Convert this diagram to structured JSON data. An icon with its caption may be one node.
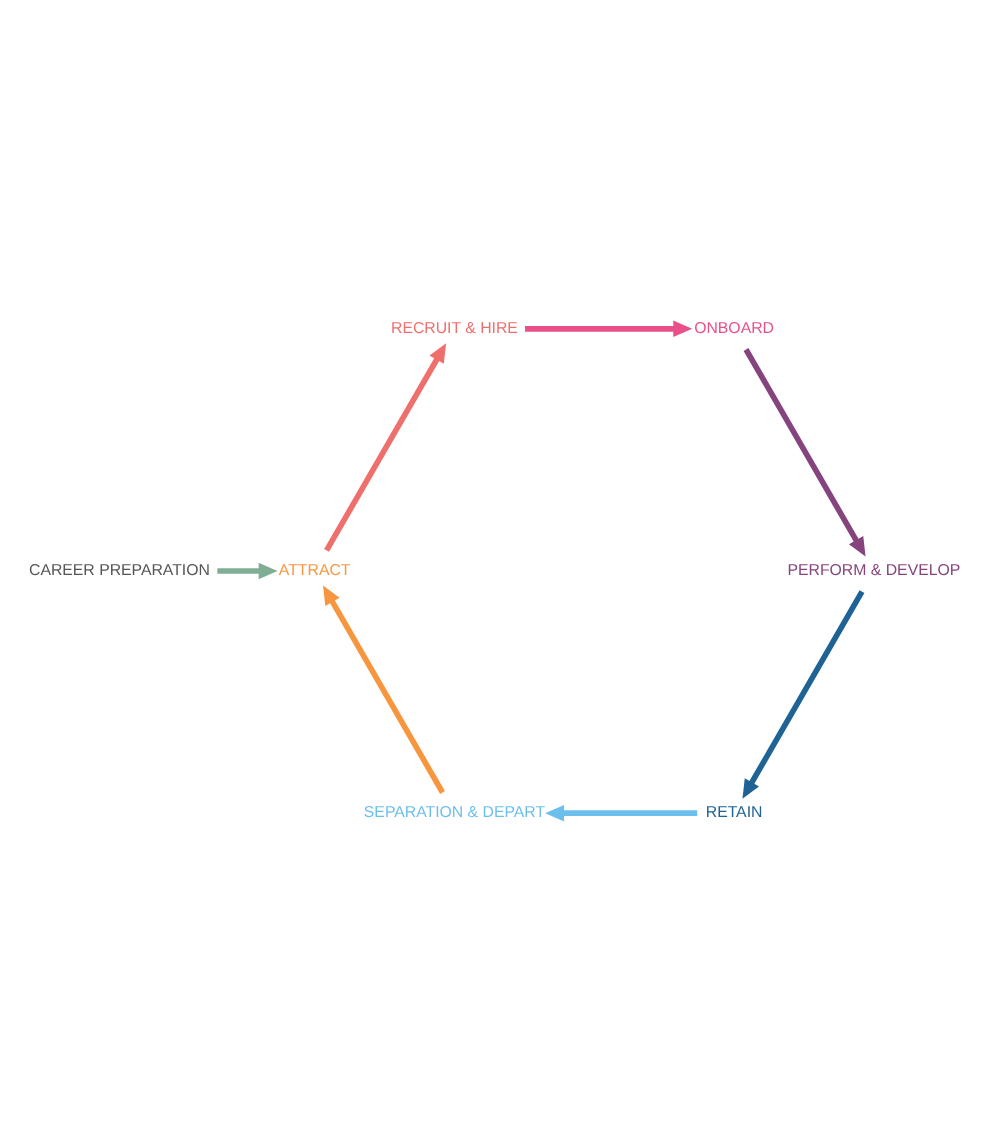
{
  "diagram": {
    "nodes": [
      {
        "text": [
          "CAREER PREPARATION"
        ]
      },
      {
        "text": [
          "ATTRACT"
        ]
      },
      {
        "text": [
          "RECRUIT & HIRE"
        ]
      },
      {
        "text": [
          "ONBOARD"
        ]
      },
      {
        "text": [
          "PERFORM & DEVELOP"
        ]
      },
      {
        "text": [
          "RETAIN"
        ]
      },
      {
        "text": [
          "SEPARATION & DEPART"
        ]
      }
    ],
    "edges": [
      {
        "from": 0,
        "to": 1,
        "arrow": "to",
        "color": "#7fae94"
      },
      {
        "from": 1,
        "to": 2,
        "arrow": "to",
        "color": "#ef6f6c"
      },
      {
        "from": 2,
        "to": 3,
        "arrow": "to",
        "color": "#e8508a"
      },
      {
        "from": 3,
        "to": 4,
        "arrow": "to",
        "color": "#86447e"
      },
      {
        "from": 4,
        "to": 5,
        "arrow": "to",
        "color": "#1f6296"
      },
      {
        "from": 5,
        "to": 6,
        "arrow": "to",
        "color": "#6cbfec"
      },
      {
        "from": 6,
        "to": 1,
        "arrow": "to",
        "color": "#f7963f"
      }
    ]
  }
}
